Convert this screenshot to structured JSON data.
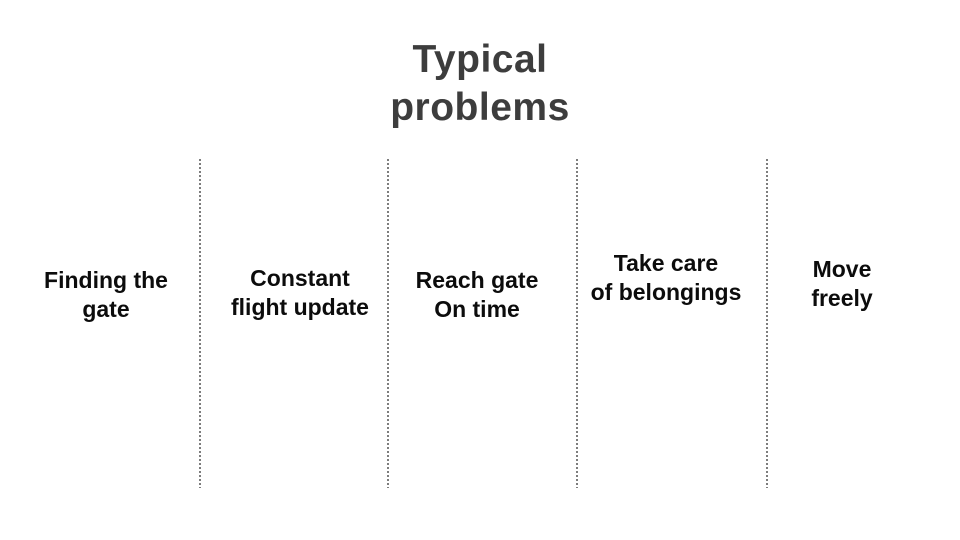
{
  "title": {
    "line1": "Typical",
    "line2": "problems"
  },
  "columns": [
    {
      "line1": "Finding the",
      "line2": "gate"
    },
    {
      "line1": "Constant",
      "line2": "flight update"
    },
    {
      "line1": "Reach gate",
      "line2": "On time"
    },
    {
      "line1": "Take care",
      "line2": "of belongings"
    },
    {
      "line1": "Move",
      "line2": "freely"
    }
  ],
  "colors": {
    "background": "#ffffff",
    "title_text": "#3d3d3d",
    "body_text": "#0c0c0c",
    "divider": "#7d7d7d"
  }
}
